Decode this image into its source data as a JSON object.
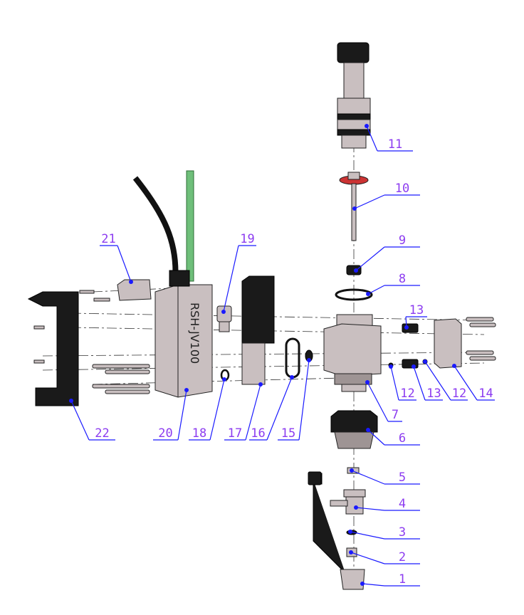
{
  "title": "Exploded assembly view",
  "block_engraving": "RSH-JV100",
  "callouts": [
    {
      "id": "c11",
      "text": "11"
    },
    {
      "id": "c10",
      "text": "10"
    },
    {
      "id": "c9",
      "text": "9"
    },
    {
      "id": "c8",
      "text": "8"
    },
    {
      "id": "c13a",
      "text": "13"
    },
    {
      "id": "c12a",
      "text": "12"
    },
    {
      "id": "c13b",
      "text": "13"
    },
    {
      "id": "c12b",
      "text": "12"
    },
    {
      "id": "c14",
      "text": "14"
    },
    {
      "id": "c7",
      "text": "7"
    },
    {
      "id": "c6",
      "text": "6"
    },
    {
      "id": "c5",
      "text": "5"
    },
    {
      "id": "c4",
      "text": "4"
    },
    {
      "id": "c3",
      "text": "3"
    },
    {
      "id": "c2",
      "text": "2"
    },
    {
      "id": "c1",
      "text": "1"
    },
    {
      "id": "c22",
      "text": "22"
    },
    {
      "id": "c20",
      "text": "20"
    },
    {
      "id": "c18",
      "text": "18"
    },
    {
      "id": "c17",
      "text": "17"
    },
    {
      "id": "c16",
      "text": "16"
    },
    {
      "id": "c15",
      "text": "15"
    },
    {
      "id": "c21",
      "text": "21"
    },
    {
      "id": "c19",
      "text": "19"
    }
  ],
  "colors": {
    "label": "#8c3cf0",
    "leader": "#1a1aff",
    "part": "#c9bfc0",
    "dark": "#1a1a1a",
    "tube": "#6fbf7a"
  }
}
